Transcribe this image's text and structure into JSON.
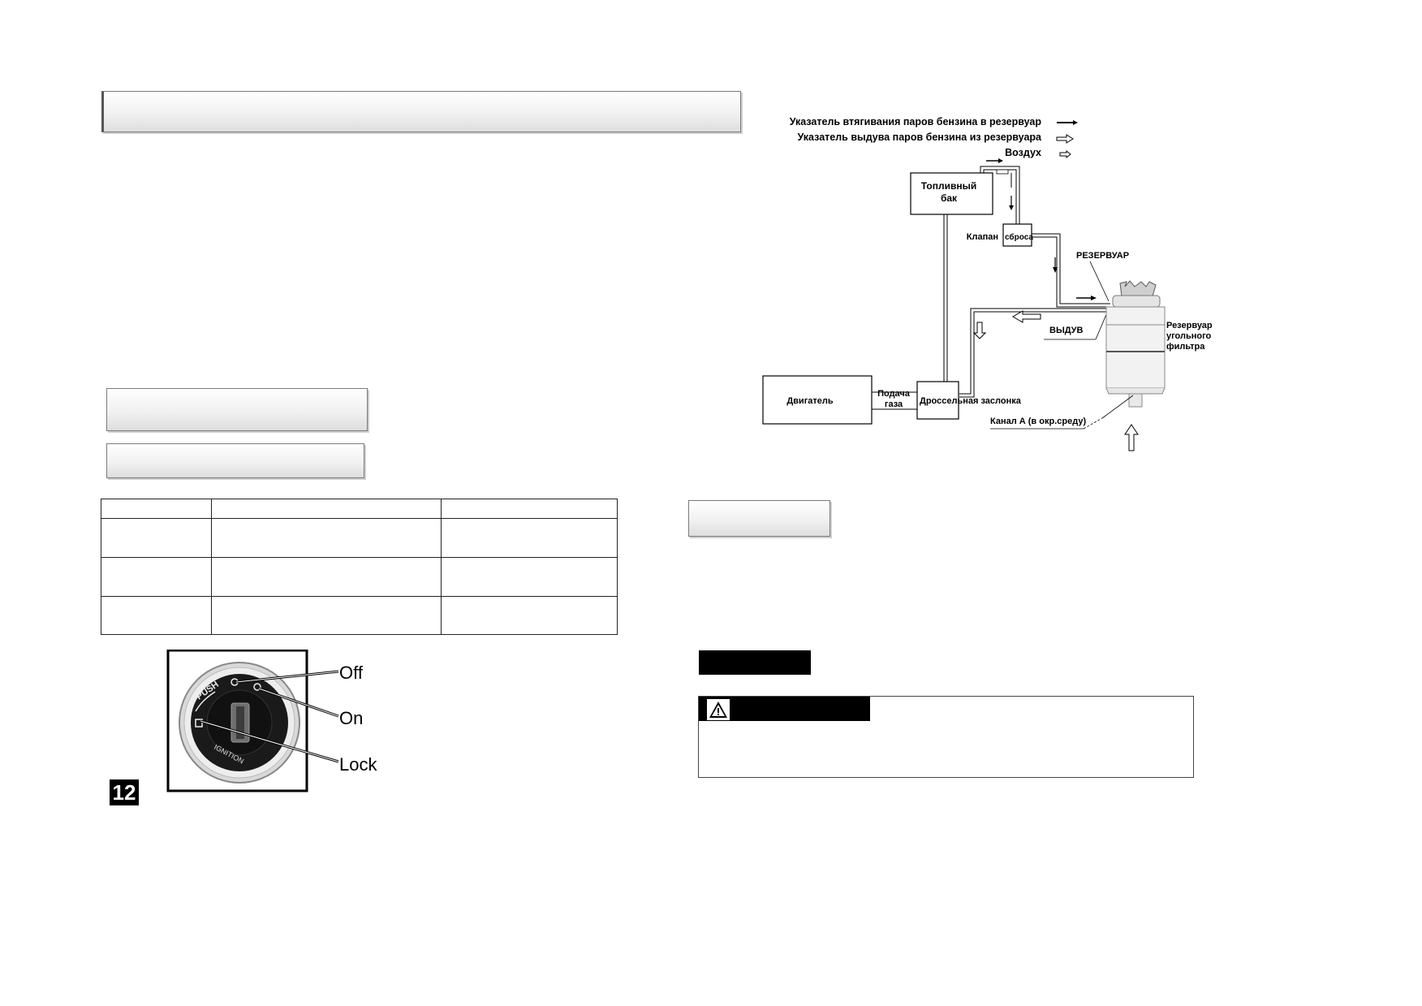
{
  "page": {
    "number": "12"
  },
  "ignition": {
    "labels": {
      "off": "Off",
      "on": "On",
      "lock": "Lock"
    },
    "switch_text": {
      "push": "PUSH",
      "ignition": "IGNITION"
    }
  },
  "diagram": {
    "legend": {
      "suction": "Указатель втягивания паров бензина в резервуар",
      "blowout": "Указатель выдува паров бензина из резервуара",
      "air": "Воздух"
    },
    "labels": {
      "fuel_tank_line1": "Топливный",
      "fuel_tank_line2": "бак",
      "valve": "Клапан",
      "valve_reset": "сброса",
      "reservoir": "РЕЗЕРВУАР",
      "canister_line1": "Резервуар",
      "canister_line2": "угольного",
      "canister_line3": "фильтра",
      "blowout_label": "ВЫДУВ",
      "engine": "Двигатель",
      "gas_supply_line1": "Подача",
      "gas_supply_line2": "газа",
      "throttle": "Дроссельная заслонка",
      "channel_a": "Канал А (в окр.среду)"
    }
  },
  "table": {
    "rows": 4,
    "cols": 3
  }
}
